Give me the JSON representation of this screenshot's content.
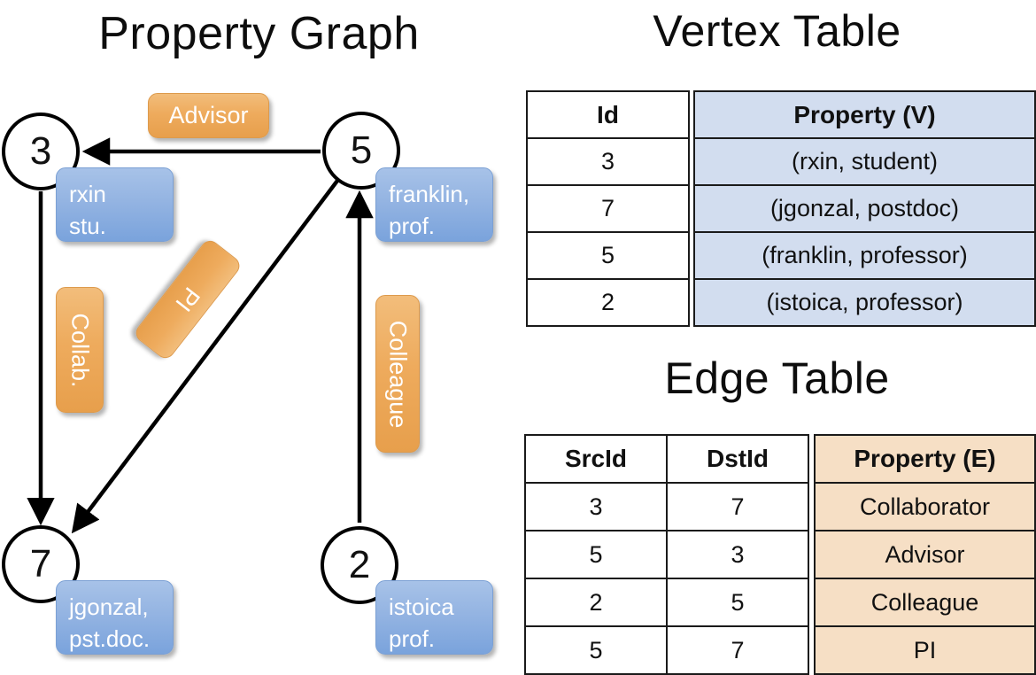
{
  "panels": {
    "graph_title": "Property Graph",
    "vertex_table_title": "Vertex Table",
    "edge_table_title": "Edge Table"
  },
  "graph": {
    "nodes": [
      {
        "id": "3",
        "property": "rxin\nstu."
      },
      {
        "id": "5",
        "property": "franklin,\nprof."
      },
      {
        "id": "7",
        "property": "jgonzal,\npst.doc."
      },
      {
        "id": "2",
        "property": "istoica\nprof."
      }
    ],
    "edge_labels": {
      "advisor": "Advisor",
      "collab": "Collab.",
      "pi": "PI",
      "colleague": "Colleague"
    }
  },
  "vertex_table": {
    "headers": {
      "id": "Id",
      "property": "Property (V)"
    },
    "rows": [
      {
        "id": "3",
        "property": "(rxin, student)"
      },
      {
        "id": "7",
        "property": "(jgonzal, postdoc)"
      },
      {
        "id": "5",
        "property": "(franklin, professor)"
      },
      {
        "id": "2",
        "property": "(istoica, professor)"
      }
    ]
  },
  "edge_table": {
    "headers": {
      "src": "SrcId",
      "dst": "DstId",
      "property": "Property (E)"
    },
    "rows": [
      {
        "src": "3",
        "dst": "7",
        "property": "Collaborator"
      },
      {
        "src": "5",
        "dst": "3",
        "property": "Advisor"
      },
      {
        "src": "2",
        "dst": "5",
        "property": "Colleague"
      },
      {
        "src": "5",
        "dst": "7",
        "property": "PI"
      }
    ]
  },
  "colors": {
    "vertex_property_fill": "#d2ddef",
    "edge_property_fill": "#f6dfc5",
    "node_box_blue": "#8fb0e0",
    "edge_label_orange": "#eeab5d"
  }
}
